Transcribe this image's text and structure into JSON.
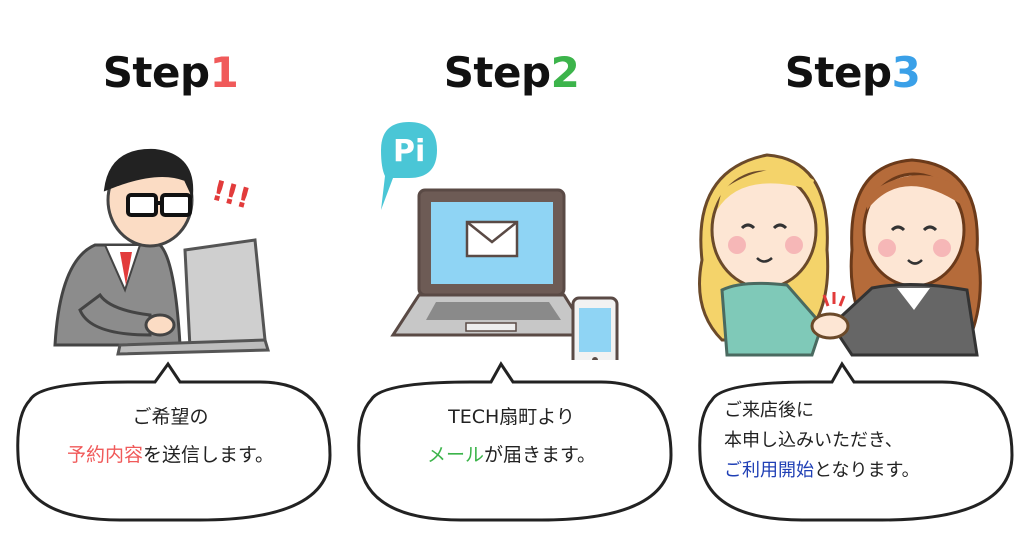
{
  "steps": [
    {
      "label": "Step",
      "number": "1",
      "number_color": "#f05a5a",
      "bubble": {
        "line1": "ご希望の",
        "highlight": "予約内容",
        "highlight_color": "#f05a5a",
        "rest": "を送信します。"
      },
      "exclaim": "!!!"
    },
    {
      "label": "Step",
      "number": "2",
      "number_color": "#3cb44b",
      "speech_badge": "Pi",
      "bubble": {
        "line1": "TECH扇町より",
        "highlight": "メール",
        "highlight_color": "#3cb44b",
        "rest": "が届きます。"
      }
    },
    {
      "label": "Step",
      "number": "3",
      "number_color": "#3aa0e8",
      "bubble": {
        "line1": "ご来店後に",
        "line2": "本申し込みいただき、",
        "highlight": "ご利用開始",
        "highlight_color": "#1f3fb5",
        "rest": "となります。"
      }
    }
  ]
}
